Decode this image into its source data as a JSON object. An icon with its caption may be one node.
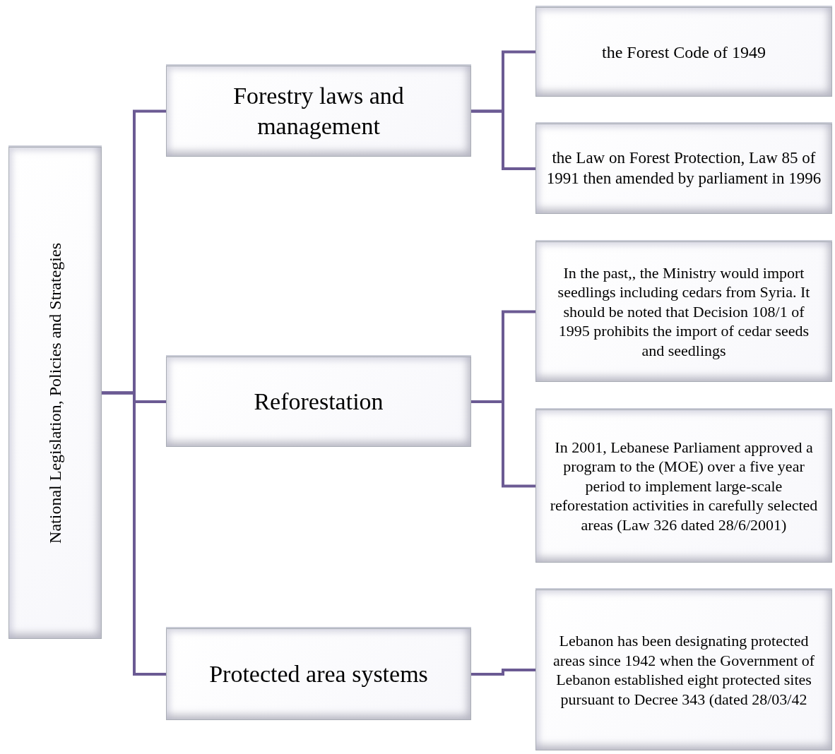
{
  "diagram": {
    "nodes": [
      {
        "text": [
          "National Legislation, Policies and Strategies"
        ]
      },
      {
        "text": [
          "Forestry laws and management"
        ]
      },
      {
        "text": [
          "Reforestation"
        ]
      },
      {
        "text": [
          "Protected area systems"
        ]
      },
      {
        "text": [
          "the Forest Code of 1949"
        ]
      },
      {
        "text": [
          "the Law on Forest Protection, Law 85 of 1991 then amended by parliament in 1996"
        ]
      },
      {
        "text": [
          "In the past,, the Ministry would import seedlings including cedars from Syria.  It should be noted that Decision 108/1 of 1995 prohibits the import of cedar seeds and seedlings"
        ]
      },
      {
        "text": [
          "In 2001, Lebanese Parliament approved a program to the (MOE) over a five year period to implement large-scale reforestation activities in carefully selected areas (Law 326 dated 28/6/2001)"
        ]
      },
      {
        "text": [
          "Lebanon has been designating protected areas since 1942 when the Government of Lebanon established eight protected sites pursuant to Decree 343 (dated 28/03/42"
        ]
      }
    ],
    "edges": [
      {
        "from": 0,
        "to": 1,
        "arrow": "none"
      },
      {
        "from": 0,
        "to": 2,
        "arrow": "none"
      },
      {
        "from": 0,
        "to": 3,
        "arrow": "none"
      },
      {
        "from": 1,
        "to": 4,
        "arrow": "none"
      },
      {
        "from": 1,
        "to": 5,
        "arrow": "none"
      },
      {
        "from": 2,
        "to": 6,
        "arrow": "none"
      },
      {
        "from": 2,
        "to": 7,
        "arrow": "none"
      },
      {
        "from": 3,
        "to": 8,
        "arrow": "none"
      }
    ]
  }
}
